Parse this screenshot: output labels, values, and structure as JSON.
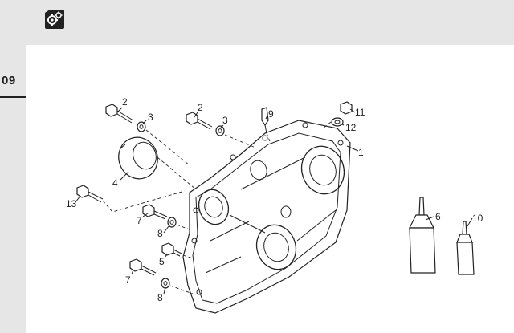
{
  "section": {
    "number": "09"
  },
  "icons": {
    "badge": "gears-icon"
  },
  "callouts": [
    {
      "id": "c1",
      "text": "1"
    },
    {
      "id": "c2a",
      "text": "2"
    },
    {
      "id": "c3a",
      "text": "3"
    },
    {
      "id": "c2b",
      "text": "2"
    },
    {
      "id": "c3b",
      "text": "3"
    },
    {
      "id": "c4",
      "text": "4"
    },
    {
      "id": "c5",
      "text": "5"
    },
    {
      "id": "c6",
      "text": "6"
    },
    {
      "id": "c7a",
      "text": "7"
    },
    {
      "id": "c7b",
      "text": "7"
    },
    {
      "id": "c8a",
      "text": "8"
    },
    {
      "id": "c8b",
      "text": "8"
    },
    {
      "id": "c9",
      "text": "9"
    },
    {
      "id": "c10",
      "text": "10"
    },
    {
      "id": "c11",
      "text": "11"
    },
    {
      "id": "c12",
      "text": "12"
    },
    {
      "id": "c13",
      "text": "13"
    }
  ],
  "colors": {
    "band": "#e6e6e6",
    "line": "#222222",
    "paper": "#ffffff"
  }
}
